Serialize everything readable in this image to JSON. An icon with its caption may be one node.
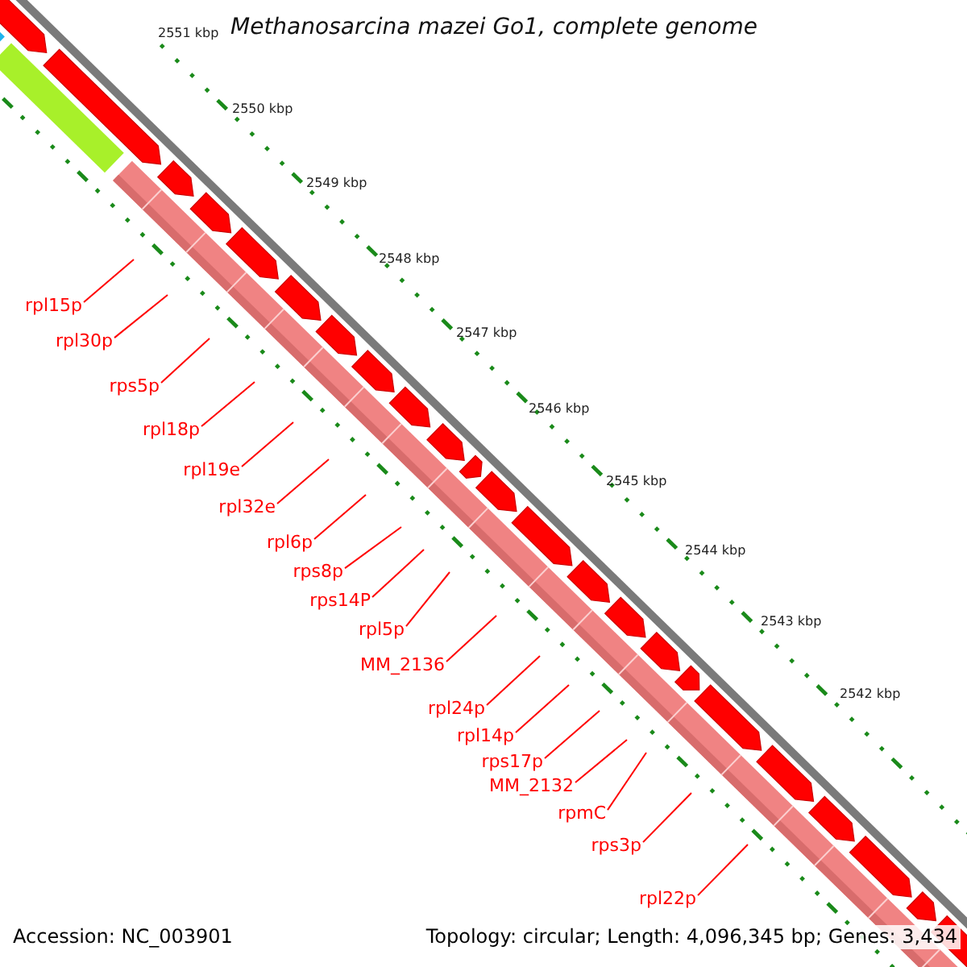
{
  "diagram": {
    "title": "Methanosarcina mazei Go1, complete genome",
    "nodes": [
      {
        "text": [
          "rpl15p"
        ]
      },
      {
        "text": [
          "rpl30p"
        ]
      },
      {
        "text": [
          "rps5p"
        ]
      },
      {
        "text": [
          "rpl18p"
        ]
      },
      {
        "text": [
          "rpl19e"
        ]
      },
      {
        "text": [
          "rpl32e"
        ]
      },
      {
        "text": [
          "rpl6p"
        ]
      },
      {
        "text": [
          "rps8p"
        ]
      },
      {
        "text": [
          "rps14P"
        ]
      },
      {
        "text": [
          "rpl5p"
        ]
      },
      {
        "text": [
          "MM_2136"
        ]
      },
      {
        "text": [
          "rpl24p"
        ]
      },
      {
        "text": [
          "rpl14p"
        ]
      },
      {
        "text": [
          "rps17p"
        ]
      },
      {
        "text": [
          "MM_2132"
        ]
      },
      {
        "text": [
          "rpmC"
        ]
      },
      {
        "text": [
          "rps3p"
        ]
      },
      {
        "text": [
          "rpl22p"
        ]
      }
    ],
    "edges": [
      {
        "from": 0,
        "to": null,
        "arrow": "none"
      },
      {
        "from": 1,
        "to": null,
        "arrow": "none"
      },
      {
        "from": 2,
        "to": null,
        "arrow": "none"
      },
      {
        "from": 3,
        "to": null,
        "arrow": "none"
      },
      {
        "from": 4,
        "to": null,
        "arrow": "none"
      },
      {
        "from": 5,
        "to": null,
        "arrow": "none"
      },
      {
        "from": 6,
        "to": null,
        "arrow": "none"
      },
      {
        "from": 7,
        "to": null,
        "arrow": "none"
      },
      {
        "from": 8,
        "to": null,
        "arrow": "none"
      },
      {
        "from": 9,
        "to": null,
        "arrow": "none"
      },
      {
        "from": 10,
        "to": null,
        "arrow": "none"
      },
      {
        "from": 11,
        "to": null,
        "arrow": "none"
      },
      {
        "from": 12,
        "to": null,
        "arrow": "none"
      },
      {
        "from": 13,
        "to": null,
        "arrow": "none"
      },
      {
        "from": 14,
        "to": null,
        "arrow": "none"
      },
      {
        "from": 15,
        "to": null,
        "arrow": "none"
      },
      {
        "from": 16,
        "to": null,
        "arrow": "none"
      },
      {
        "from": 17,
        "to": null,
        "arrow": "none"
      }
    ],
    "labels": [
      "2551 kbp",
      "2550 kbp",
      "2549 kbp",
      "2548 kbp",
      "2547 kbp",
      "2546 kbp",
      "2545 kbp",
      "2544 kbp",
      "2543 kbp",
      "2542 kbp",
      "Accession: NC_003901",
      "Topology: circular; Length: 4,096,345 bp; Genes: 3,434"
    ]
  }
}
